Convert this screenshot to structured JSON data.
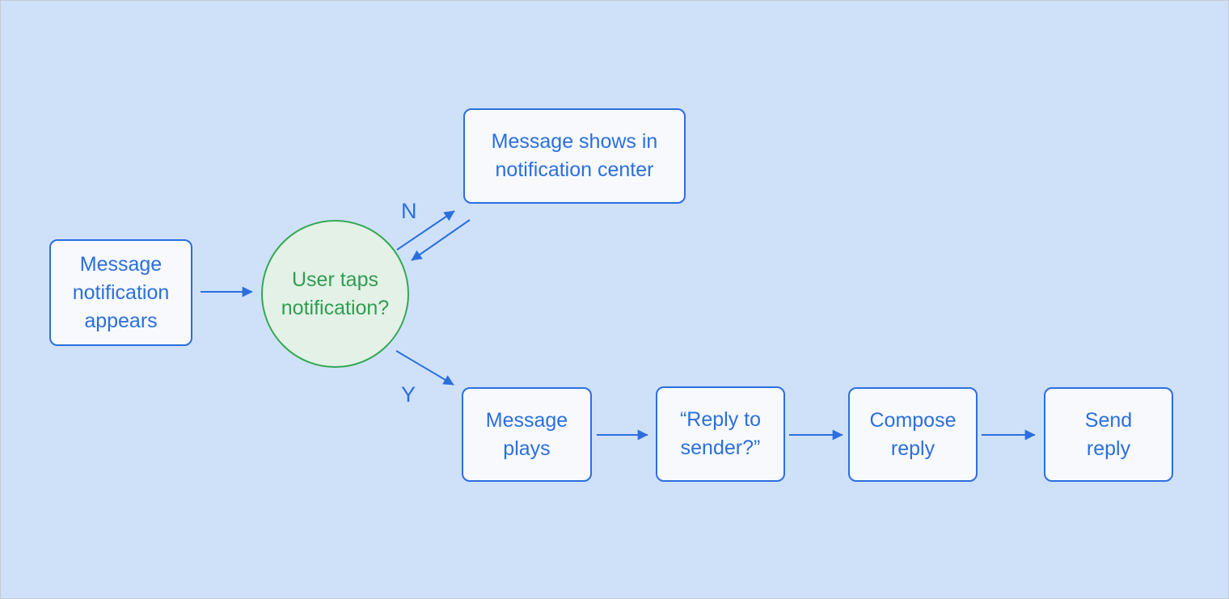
{
  "palette": {
    "background": "#cfe1f8",
    "node_fill": "#f7f9fc",
    "node_border": "#2b6fdf",
    "node_text": "#2b6fdf",
    "decision_fill": "#e3f1e7",
    "decision_border": "#34a853",
    "decision_text": "#2e9e4f",
    "arrow": "#2b6fdf"
  },
  "nodes": {
    "start": {
      "label": "Message\nnotification\nappears"
    },
    "decision": {
      "label": "User taps\nnotification?"
    },
    "no_branch": {
      "label": "Message shows in\nnotification center"
    },
    "yes_branch": {
      "label": "Message\nplays"
    },
    "reply_prompt": {
      "label": "“Reply to\nsender?”"
    },
    "compose": {
      "label": "Compose\nreply"
    },
    "send": {
      "label": "Send\nreply"
    }
  },
  "edge_labels": {
    "no": "N",
    "yes": "Y"
  }
}
